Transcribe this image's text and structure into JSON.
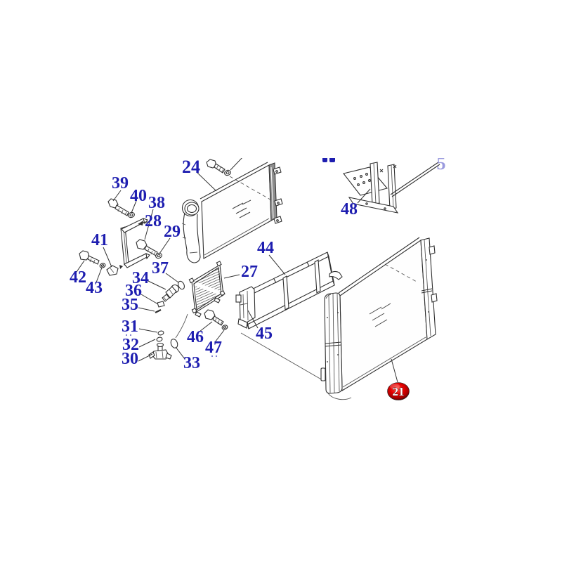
{
  "diagram": {
    "description_labels_note": "part callout numbers visible in exploded parts drawing",
    "label_color": "#1e1eb0",
    "line_color": "#2f2f2f",
    "labels": [
      {
        "id": "24",
        "text": "24"
      },
      {
        "id": "39",
        "text": "39"
      },
      {
        "id": "40",
        "text": "40"
      },
      {
        "id": "38",
        "text": "38"
      },
      {
        "id": "28",
        "text": "28"
      },
      {
        "id": "29",
        "text": "29"
      },
      {
        "id": "41",
        "text": "41"
      },
      {
        "id": "42",
        "text": "42"
      },
      {
        "id": "43",
        "text": "43"
      },
      {
        "id": "37",
        "text": "37"
      },
      {
        "id": "34",
        "text": "34"
      },
      {
        "id": "36",
        "text": "36"
      },
      {
        "id": "35",
        "text": "35"
      },
      {
        "id": "31",
        "text": "31"
      },
      {
        "id": "32",
        "text": "32"
      },
      {
        "id": "30",
        "text": "30"
      },
      {
        "id": "33",
        "text": "33"
      },
      {
        "id": "27",
        "text": "27"
      },
      {
        "id": "44",
        "text": "44"
      },
      {
        "id": "45",
        "text": "45"
      },
      {
        "id": "46",
        "text": "46"
      },
      {
        "id": "47",
        "text": "47"
      },
      {
        "id": "48",
        "text": "48"
      }
    ],
    "badge": {
      "text": "21",
      "text_color": "#ffffff",
      "fill_center": "#ff4f4f",
      "fill_mid": "#e60000",
      "fill_edge": "#4d0000"
    },
    "partial_label": {
      "text": "5",
      "color": "#9a9ade"
    }
  }
}
